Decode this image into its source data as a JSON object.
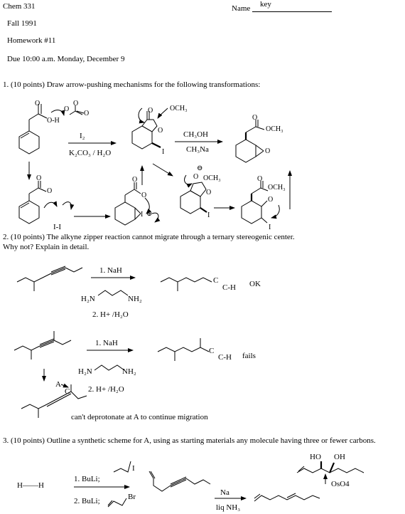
{
  "header": {
    "course": "Chem 331",
    "name_label": "Name",
    "name_value": "key",
    "term": "Fall  1991",
    "homework": "Homework #11",
    "due": "Due 10:00 a.m. Monday,  December 9"
  },
  "q1": {
    "prompt": "1. (10 points) Draw arrow-pushing mechanisms for the following transformations:",
    "reagent1_top": "I₂",
    "reagent1_bottom": "K₂CO₃ / H₂O",
    "reagent2_top": "CH₃OH",
    "reagent2_bottom": "CH₃Na",
    "ii_label": "I-I",
    "labels": {
      "oh": "O-H",
      "o": "O",
      "och3": "OCH₃",
      "i": "I",
      "plus": "⊕",
      "minus": "⊖"
    }
  },
  "q2": {
    "prompt": "2. (10 points) The alkyne zipper reaction cannot migrate through a ternary stereogenic center.",
    "prompt2": " Why not? Explain in detail.",
    "step1": "1.  NaH",
    "step2": "2. H+ /H₂O",
    "amine_left": "H₂N",
    "amine_right": "NH₂",
    "ch": "C-H",
    "c": "C",
    "result_ok": "OK",
    "result_fails": "fails",
    "site_label": "A",
    "note": "can't deprotonate at A to continue migration"
  },
  "q3": {
    "prompt": "3.  (10 points)  Outline a synthetic scheme for A,  using as starting materials any molecule having three or fewer carbons.",
    "alkyne": "H——H",
    "step1": "1. BuLi;",
    "step2": "2. BuLi;",
    "br": "Br",
    "reducer": "Na",
    "solvent": "liq NH₃",
    "ho": "HO",
    "oh": "OH",
    "oxidant": "OsO4"
  }
}
